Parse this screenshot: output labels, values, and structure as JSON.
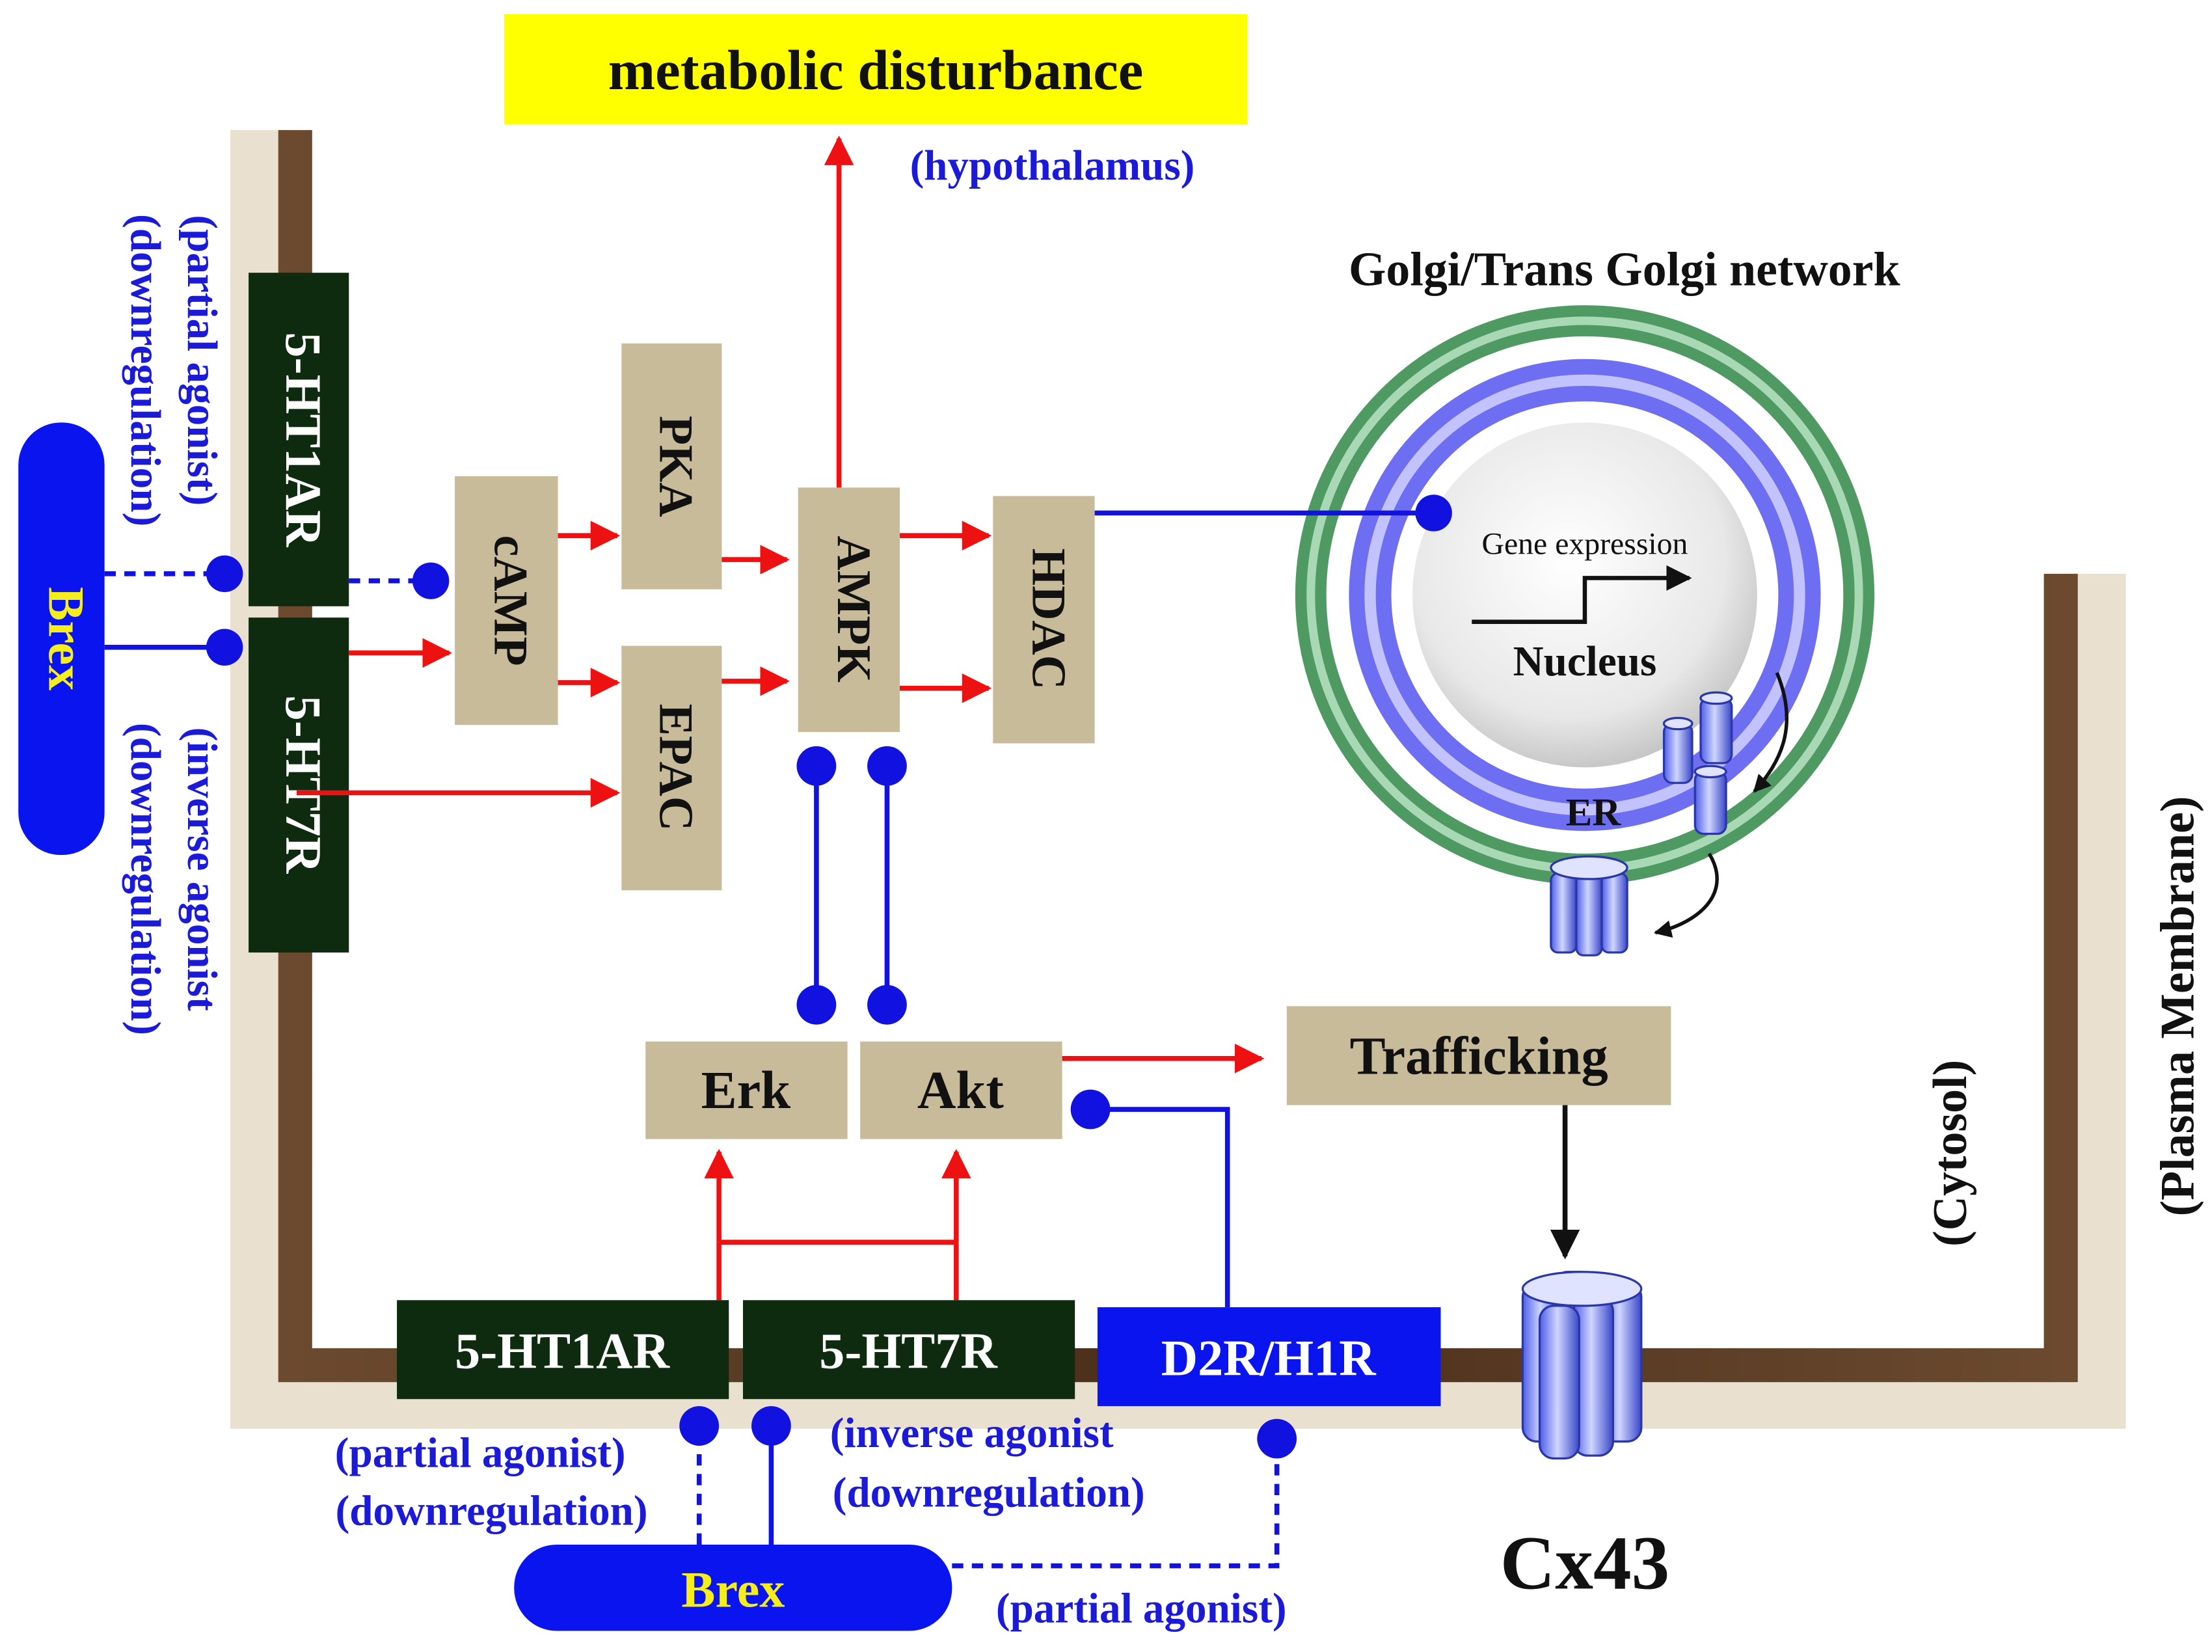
{
  "title": "metabolic disturbance",
  "title_sub": "(hypothalamus)",
  "organelles": {
    "golgi": "Golgi/Trans Golgi network",
    "nucleus": "Nucleus",
    "gene_expression": "Gene expression",
    "er": "ER"
  },
  "compartments": {
    "plasma_membrane": "(Plasma Membrane)",
    "cytosol": "(Cytosol)"
  },
  "receptors_left": {
    "r1": "5-HT1AR",
    "r2": "5-HT7R",
    "drug": "Brex",
    "r1_note_1": "(partial agonist)",
    "r1_note_2": "(downregulation)",
    "r2_note_1": "(inverse agonist",
    "r2_note_2": "(downregulation)"
  },
  "receptors_bottom": {
    "r1": "5-HT1AR",
    "r2": "5-HT7R",
    "r3": "D2R/H1R",
    "drug": "Brex",
    "r1_note_1": "(partial agonist)",
    "r1_note_2": "(downregulation)",
    "r2_note_1": "(inverse agonist",
    "r2_note_2": "(downregulation)",
    "r3_note": "(partial agonist)"
  },
  "nodes": {
    "camp": "cAMP",
    "pka": "PKA",
    "epac": "EPAC",
    "ampk": "AMPK",
    "hdac": "HDAC",
    "erk": "Erk",
    "akt": "Akt",
    "trafficking": "Trafficking"
  },
  "channel_label": "Cx43",
  "colors": {
    "activation": "#ee1111",
    "inhibition": "#1212e0",
    "drug": "#0a14ee",
    "receptor": "#0e2b0f",
    "node": "#c8bb9a",
    "title_bg": "#ffff00",
    "golgi": "#4f9a62",
    "er": "#6e6ef2",
    "membrane": "#5b3a22"
  }
}
